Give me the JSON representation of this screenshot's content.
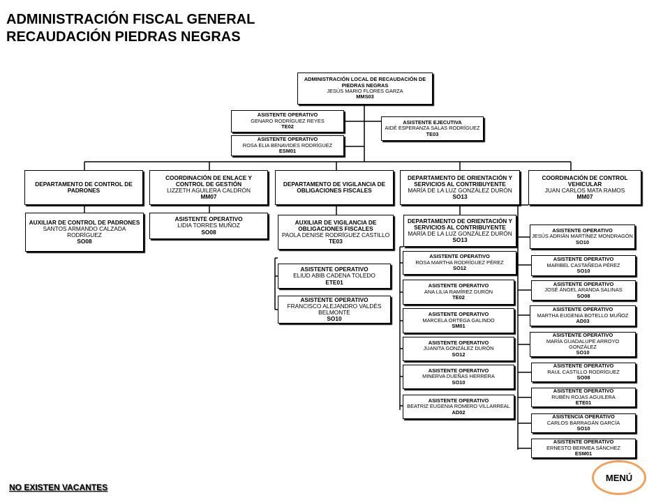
{
  "header": {
    "line1": "ADMINISTRACIÓN FISCAL GENERAL",
    "line2": "RECAUDACIÓN PIEDRAS NEGRAS"
  },
  "footer": {
    "vacancies": "NO EXISTEN VACANTES",
    "menu_label": "MENÚ"
  },
  "nodes": [
    {
      "id": "admin-local",
      "title": "ADMINISTRACIÓN LOCAL DE RECAUDACIÓN DE PIEDRAS NEGRAS",
      "name": "JESÚS MARIO FLORES GARZA",
      "code": "MMS03"
    },
    {
      "id": "asistente-genaro",
      "title": "ASISTENTE OPERATIVO",
      "name": "GENARO RODRÍGUEZ REYES",
      "code": "TE02"
    },
    {
      "id": "asistente-rosa-elia",
      "title": "ASISTENTE OPERATIVO",
      "name": "ROSA ELIA BENAVIDES RODRÍGUEZ",
      "code": "ESM01"
    },
    {
      "id": "asistente-ejecutiva",
      "title": "ASISTENTE EJECUTIVA",
      "name": "AIDÉ ESPERANZA SALAS RODRÍGUEZ",
      "code": "TE03"
    },
    {
      "id": "dept-control-padrones",
      "title": "DEPARTAMENTO DE CONTROL DE PADRONES",
      "name": "",
      "code": ""
    },
    {
      "id": "coord-enlace",
      "title": "COORDINACIÓN DE ENLACE Y CONTROL DE GESTIÓN",
      "name": "LIZZETH AGUILERA CALDRÓN",
      "code": "MM07"
    },
    {
      "id": "dept-vigilancia",
      "title": "DEPARTAMENTO DE VIGILANCIA DE OBLIGACIONES FISCALES",
      "name": "",
      "code": ""
    },
    {
      "id": "dept-orientacion",
      "title": "DEPARTAMENTO DE ORIENTACIÓN Y SERVICIOS AL CONTRIBUYENTE",
      "name": "MARÍA DE LA LUZ GONZÁLEZ DURÓN",
      "code": "SO13"
    },
    {
      "id": "coord-control-vehicular",
      "title": "COORDINACIÓN DE CONTROL VEHICULAR",
      "name": "JUAN CARLOS MATA RAMOS",
      "code": "MM07"
    },
    {
      "id": "auxiliar-padrones",
      "title": "AUXILIAR DE CONTROL DE PADRONES",
      "name": "SANTOS ARMANDO CALZADA RODRÍGUEZ",
      "code": "SO08"
    },
    {
      "id": "asistente-lidia",
      "title": "ASISTENTE OPERATIVO",
      "name": "LIDIA TORRES MUÑOZ",
      "code": "SO08"
    },
    {
      "id": "auxiliar-vigilancia",
      "title": "AUXILIAR DE VIGILANCIA DE OBLIGACIONES FISCALES",
      "name": "PAOLA DENISE RODRÍGUEZ CASTILLO",
      "code": "TE03"
    },
    {
      "id": "asistente-eliud",
      "title": "ASISTENTE OPERATIVO",
      "name": "ELIUD ABIB CADENA TOLEDO",
      "code": "ETE01"
    },
    {
      "id": "asistente-francisco",
      "title": "ASISTENTE OPERATIVO",
      "name": "FRANCISCO ALEJANDRO VALDÉS BELMONTE",
      "code": "SO10"
    },
    {
      "id": "dept-orientacion-2",
      "title": "DEPARTAMENTO DE ORIENTACIÓN Y SERVICIOS AL CONTRIBUYENTE",
      "name": "MARÍA DE LA LUZ GONZÁLEZ DURÓN",
      "code": "SO13"
    },
    {
      "id": "asistente-rosa-martha",
      "title": "ASISTENTE OPERATIVO",
      "name": "ROSA MARTHA RODRÍGUEZ PÉREZ",
      "code": "SO12"
    },
    {
      "id": "asistente-ana-lilia",
      "title": "ASISTENTE OPERATIVO",
      "name": "ANA LILIA RAMÍREZ DURÓN",
      "code": "TE02"
    },
    {
      "id": "asistente-marcela",
      "title": "ASISTENTE OPERATIVO",
      "name": "MARCELA ORTEGA GALINDO",
      "code": "SM01"
    },
    {
      "id": "asistente-juanita",
      "title": "ASISTENTE OPERATIVO",
      "name": "JUANITA GONZÁLEZ DURÓN",
      "code": "SO12"
    },
    {
      "id": "asistente-minerva",
      "title": "ASISTENTE OPERATIVO",
      "name": "MINERVA DUEÑAS HERRERA",
      "code": "SO10"
    },
    {
      "id": "asistente-beatriz",
      "title": "ASISTENTE OPERATIVO",
      "name": "BEATRIZ EUGENIA ROMERO VILLARREAL",
      "code": "AD02"
    },
    {
      "id": "asistente-jesus-adrian",
      "title": "ASISTENTE OPERATIVO",
      "name": "JESÚS ADRIÁN MARTÍNEZ MONDRAGÓN",
      "code": "SO10"
    },
    {
      "id": "asistente-maribel",
      "title": "ASISTENTE OPERATIVO",
      "name": "MARIBEL CASTAÑEDA PÉREZ",
      "code": "SO10"
    },
    {
      "id": "asistente-jose-angel",
      "title": "ASISTENTE OPERATIVO",
      "name": "JOSÉ ÁNGEL ARANDA SALINAS",
      "code": "SO08"
    },
    {
      "id": "asistente-martha",
      "title": "ASISTENTE OPERATIVO",
      "name": "MARTHA EUGENIA BOTELLO MUÑOZ",
      "code": "AD03"
    },
    {
      "id": "asistente-maria-guadalupe",
      "title": "ASISTENTE OPERATIVO",
      "name": "MARÍA GUADALUPE ARROYO GONZÁLEZ",
      "code": "SO10"
    },
    {
      "id": "asistente-raul",
      "title": "ASISTENTE OPERATIVO",
      "name": "RAUL CASTILLO RODRÍGUEZ",
      "code": "SO08"
    },
    {
      "id": "asistente-ruben",
      "title": "ASISTENTE OPERATIVO",
      "name": "RUBÉN ROJAS AGUILERA",
      "code": "ETE01"
    },
    {
      "id": "asistencia-carlos",
      "title": "ASISTENCIA OPERATIVO",
      "name": "CARLOS BARRAGÁN GARCÍA",
      "code": "SO10"
    },
    {
      "id": "asistente-ernesto",
      "title": "ASISTENTE OPERATIVO",
      "name": "ERNESTO BERMEA SÁNCHEZ",
      "code": "ESM01"
    }
  ]
}
